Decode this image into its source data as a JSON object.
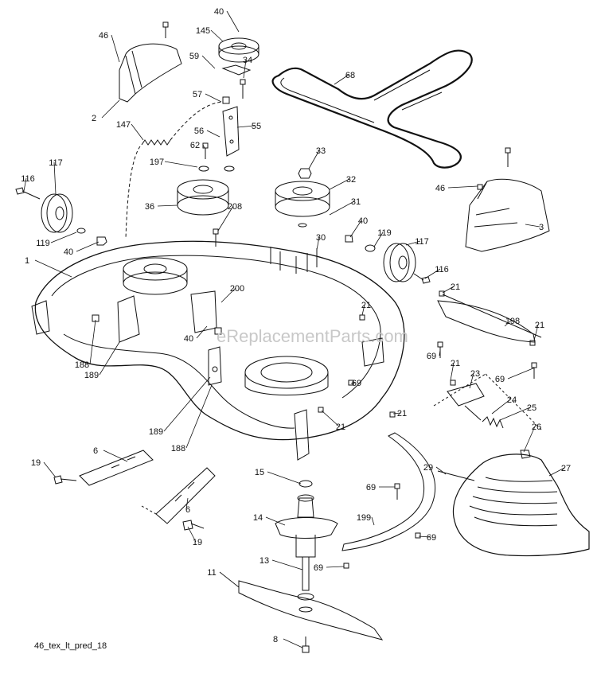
{
  "diagram": {
    "caption": "46_tex_lt_pred_18",
    "watermark": "eReplacementParts.com",
    "part_labels": [
      "40",
      "46",
      "145",
      "59",
      "34",
      "68",
      "2",
      "57",
      "147",
      "55",
      "56",
      "62",
      "197",
      "33",
      "32",
      "117",
      "116",
      "36",
      "208",
      "31",
      "46",
      "3",
      "119",
      "40",
      "40",
      "119",
      "117",
      "30",
      "1",
      "116",
      "200",
      "21",
      "21",
      "198",
      "21",
      "40",
      "188",
      "189",
      "69",
      "69",
      "21",
      "23",
      "69",
      "21",
      "24",
      "25",
      "189",
      "21",
      "26",
      "188",
      "6",
      "19",
      "29",
      "27",
      "15",
      "69",
      "6",
      "14",
      "199",
      "69",
      "19",
      "13",
      "69",
      "11",
      "8"
    ]
  },
  "colors": {
    "line": "#111111",
    "background": "#ffffff",
    "watermark": "#c8c8c8"
  }
}
